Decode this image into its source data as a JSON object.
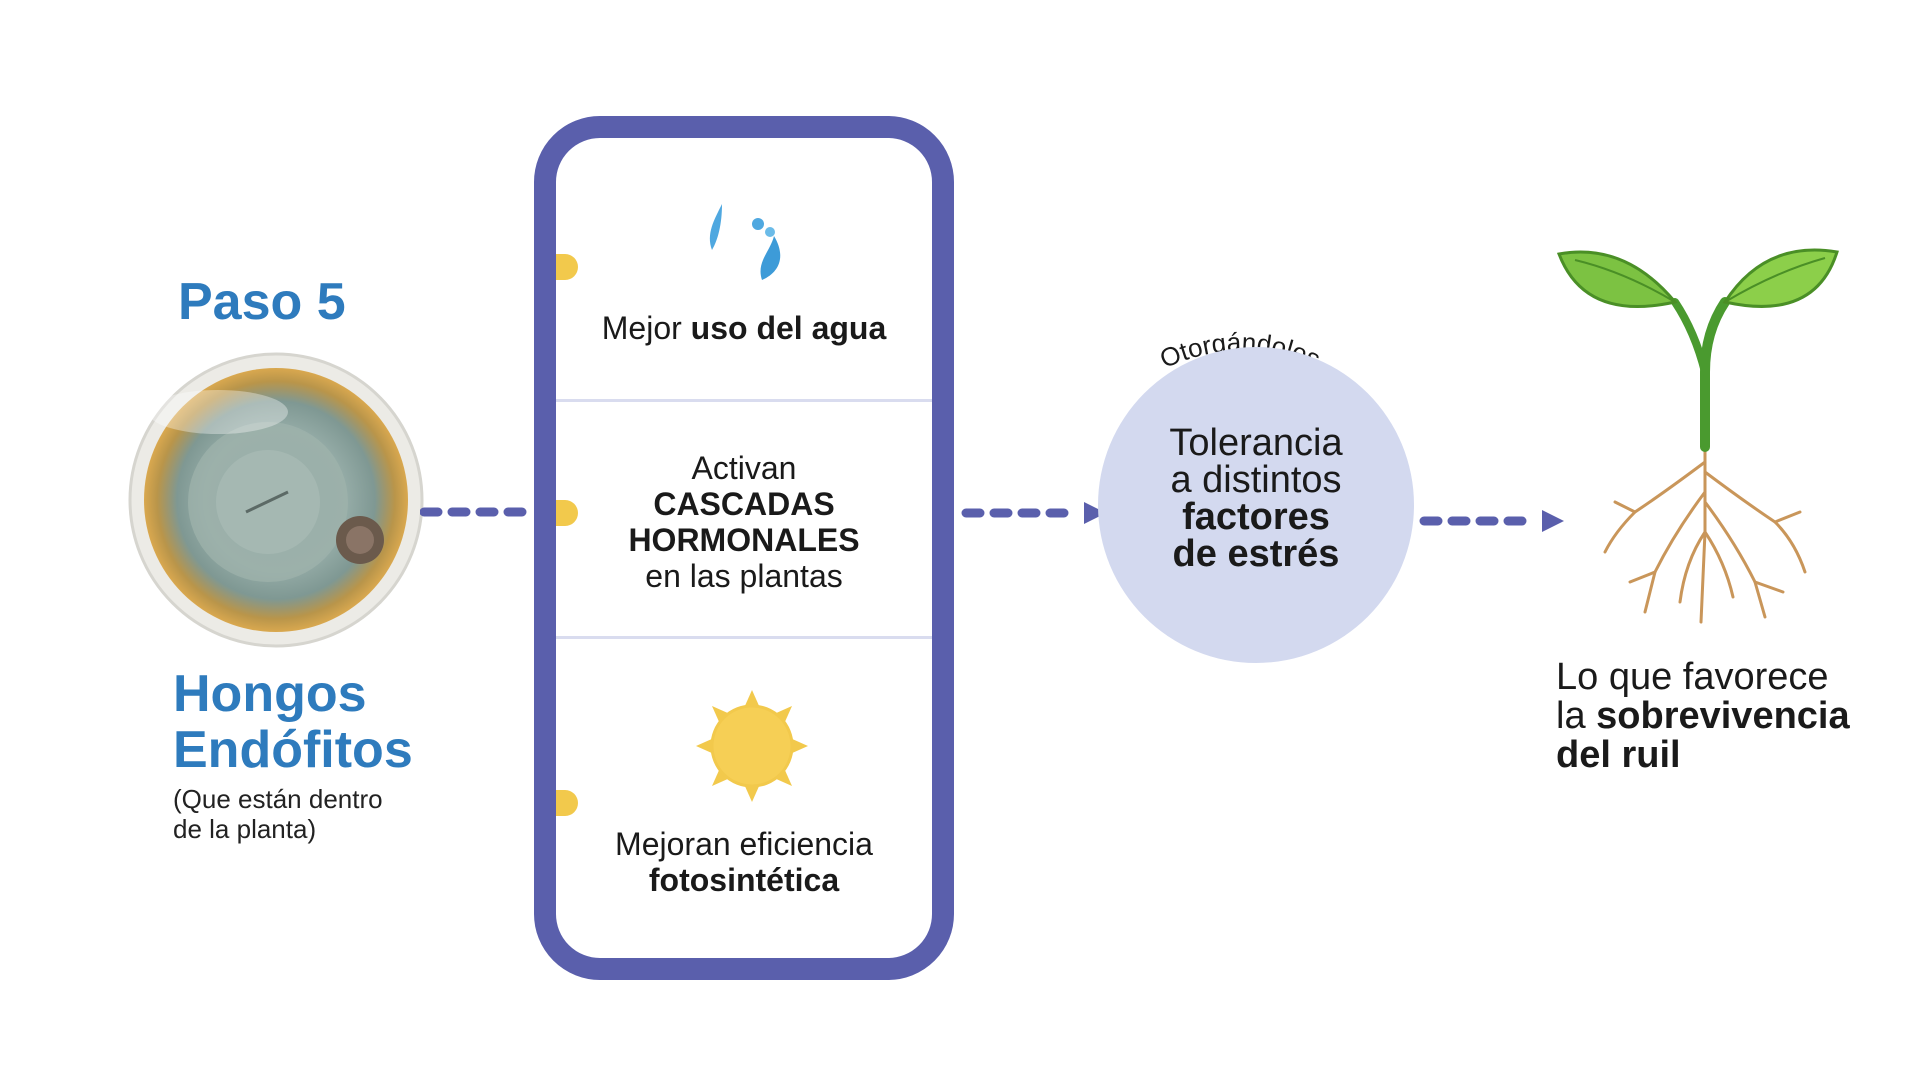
{
  "step": {
    "title": "Paso 5"
  },
  "fungi": {
    "name_line1": "Hongos",
    "name_line2": "Endófitos",
    "note_line1": "(Que están dentro",
    "note_line2": "de la planta)"
  },
  "effects": {
    "water": {
      "normal": "Mejor ",
      "bold": "uso del agua",
      "icon": "water-drops-icon"
    },
    "hormones": {
      "line1": "Activan",
      "line2": "CASCADAS",
      "line3": "HORMONALES",
      "line4": "en las plantas"
    },
    "photosynthesis": {
      "line1": "Mejoran eficiencia",
      "line2": "fotosintética",
      "icon": "sun-icon"
    }
  },
  "granting": {
    "label": "Otorgándoles"
  },
  "tolerance": {
    "line1": "Tolerancia",
    "line2": "a distintos",
    "line3": "factores",
    "line4": "de estrés"
  },
  "result": {
    "line1": "Lo que favorece",
    "line2_normal": "la ",
    "line2_bold": "sobrevivencia",
    "line3": "del ruil",
    "icon": "sprout-icon"
  },
  "colors": {
    "accent_blue": "#2e7bbd",
    "panel_purple": "#5a5fac",
    "circle_fill": "#d3d9ef",
    "tab_yellow": "#f2c94c"
  }
}
